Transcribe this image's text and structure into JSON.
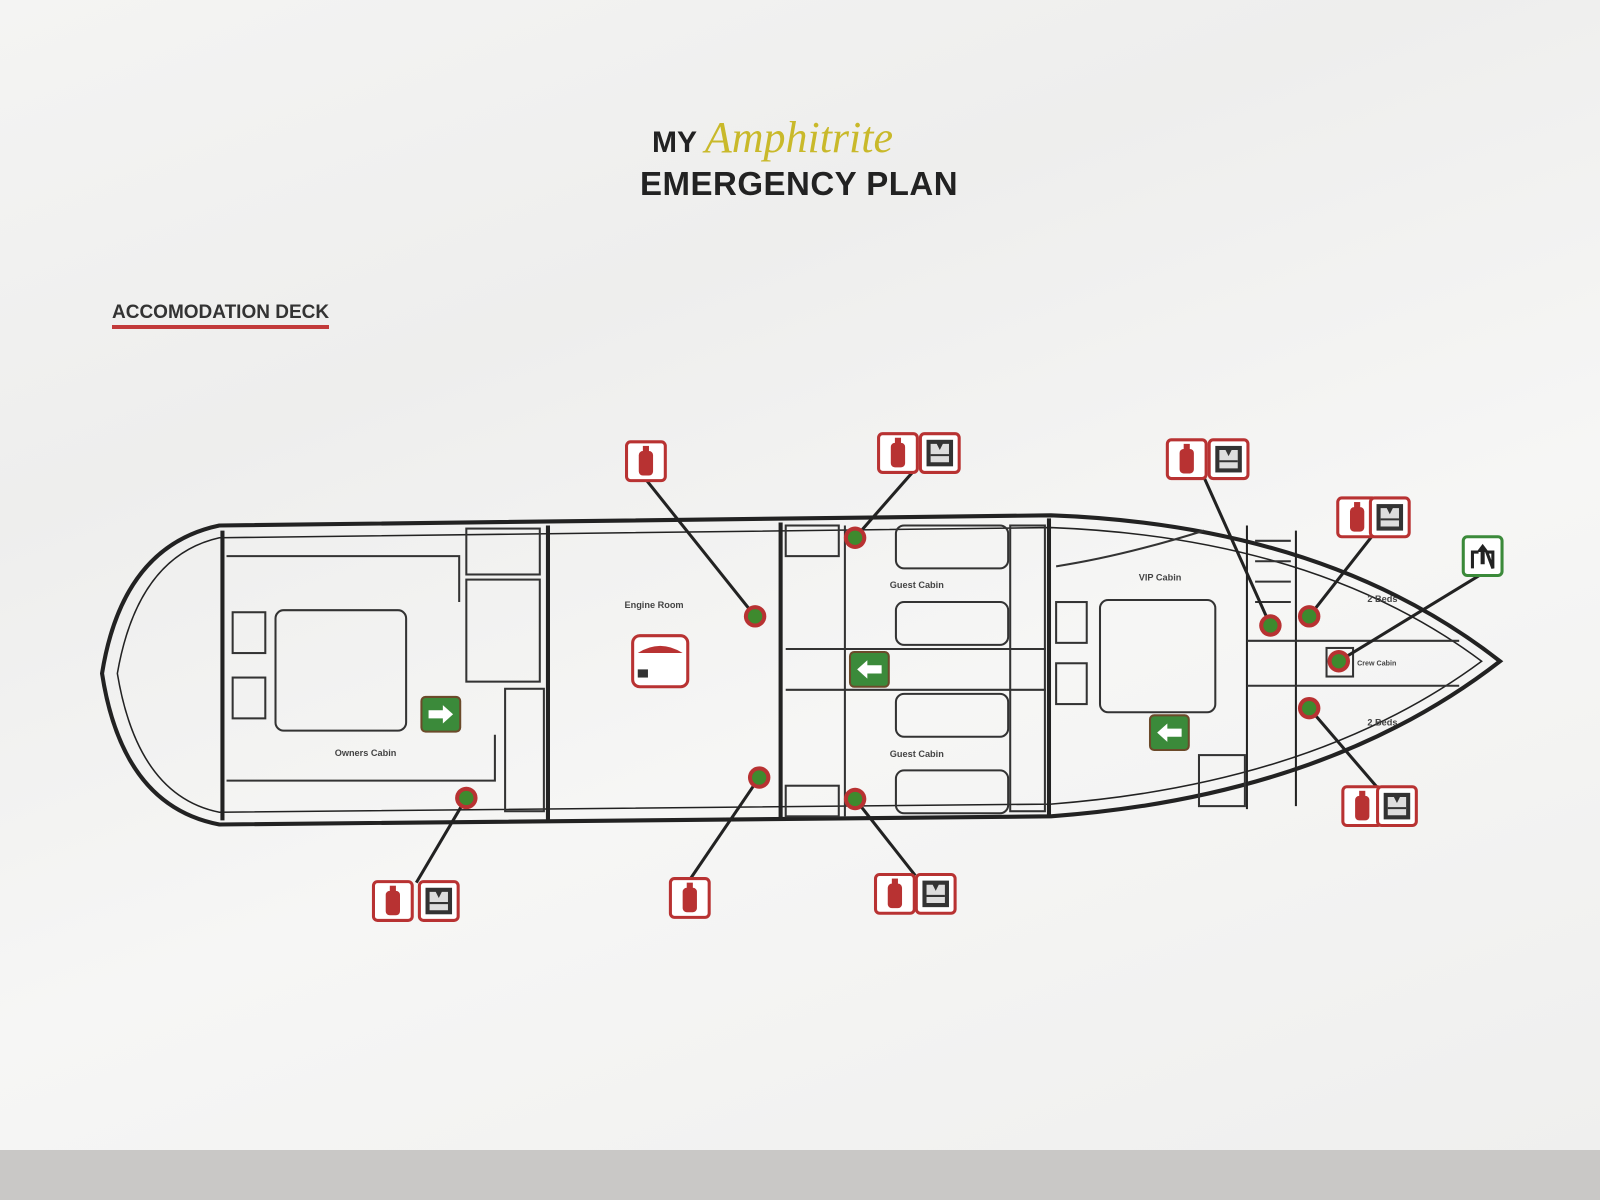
{
  "header": {
    "prefix": "MY",
    "vessel_name": "Amphitrite",
    "subtitle": "EMERGENCY PLAN"
  },
  "section": {
    "title": "ACCOMODATION DECK"
  },
  "rooms": {
    "owners_cabin": "Owners Cabin",
    "engine_room": "Engine Room",
    "guest_cabin_1": "Guest Cabin",
    "guest_cabin_2": "Guest Cabin",
    "vip_cabin": "VIP Cabin",
    "beds_1": "2 Beds",
    "beds_2": "2 Beds",
    "crew_cabin": "Crew Cabin"
  },
  "icons": {
    "extinguisher": "fire-extinguisher-icon",
    "lifejacket": "life-jacket-icon",
    "exit": "emergency-exit-icon",
    "fire_panel": "fire-alarm-panel-icon"
  },
  "colors": {
    "extinguisher": "#b83232",
    "marker": "#3e8a2e",
    "exit": "#3b8a3a",
    "title_accent": "#c9b92a"
  }
}
